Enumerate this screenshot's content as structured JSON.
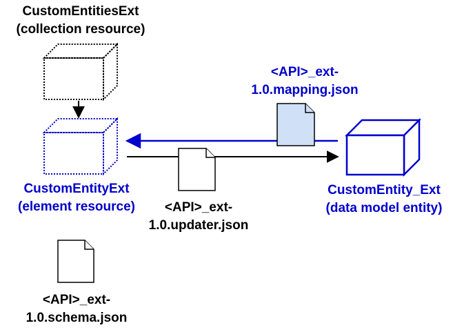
{
  "colors": {
    "black": "#000000",
    "blue": "#0000cc",
    "doc_blue_fill": "#cfe0f7"
  },
  "labels": {
    "collection": {
      "line1": "CustomEntitiesExt",
      "line2": "(collection resource)"
    },
    "element": {
      "line1": "CustomEntityExt",
      "line2": "(element resource)"
    },
    "entity": {
      "line1": "CustomEntity_Ext",
      "line2": "(data model entity)"
    },
    "mapping": {
      "line1": "<API>_ext-",
      "line2": "1.0.mapping.json"
    },
    "updater": {
      "line1": "<API>_ext-",
      "line2": "1.0.updater.json"
    },
    "schema": {
      "line1": "<API>_ext-",
      "line2": "1.0.schema.json"
    }
  }
}
